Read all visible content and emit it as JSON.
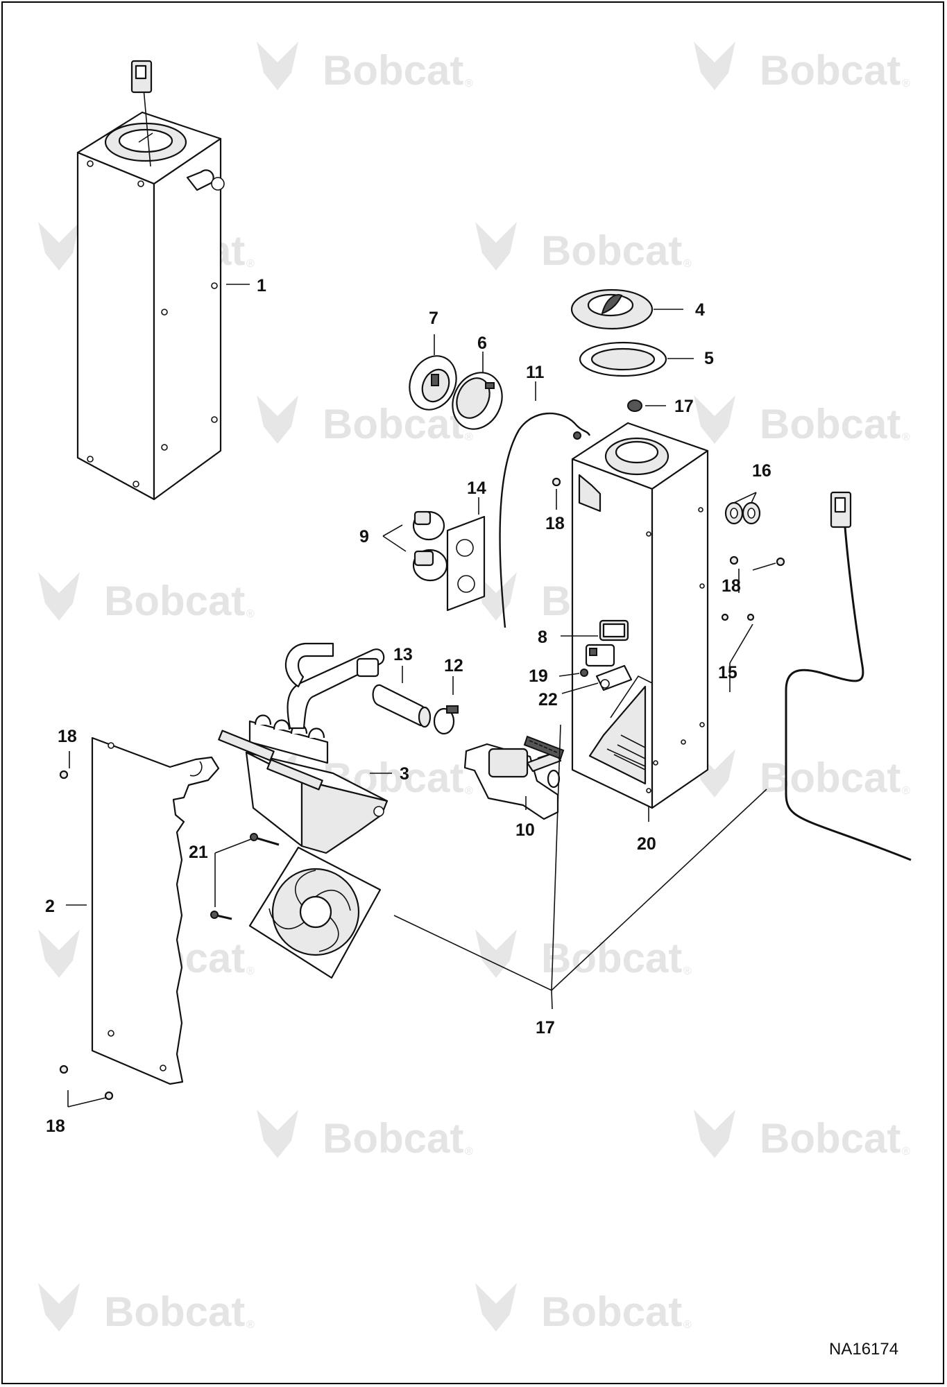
{
  "diagram": {
    "figure_id": "NA16174",
    "watermark_text": "Bobcat",
    "watermark_registered": "®",
    "callouts": [
      {
        "id": "c1",
        "label": "1"
      },
      {
        "id": "c2",
        "label": "2"
      },
      {
        "id": "c3",
        "label": "3"
      },
      {
        "id": "c4",
        "label": "4"
      },
      {
        "id": "c5",
        "label": "5"
      },
      {
        "id": "c6",
        "label": "6"
      },
      {
        "id": "c7",
        "label": "7"
      },
      {
        "id": "c8",
        "label": "8"
      },
      {
        "id": "c9",
        "label": "9"
      },
      {
        "id": "c10",
        "label": "10"
      },
      {
        "id": "c11",
        "label": "11"
      },
      {
        "id": "c12",
        "label": "12"
      },
      {
        "id": "c13",
        "label": "13"
      },
      {
        "id": "c14",
        "label": "14"
      },
      {
        "id": "c15",
        "label": "15"
      },
      {
        "id": "c16",
        "label": "16"
      },
      {
        "id": "c17a",
        "label": "17"
      },
      {
        "id": "c17b",
        "label": "17"
      },
      {
        "id": "c18a",
        "label": "18"
      },
      {
        "id": "c18b",
        "label": "18"
      },
      {
        "id": "c18c",
        "label": "18"
      },
      {
        "id": "c18d",
        "label": "18"
      },
      {
        "id": "c19",
        "label": "19"
      },
      {
        "id": "c20",
        "label": "20"
      },
      {
        "id": "c21",
        "label": "21"
      },
      {
        "id": "c22",
        "label": "22"
      }
    ]
  }
}
